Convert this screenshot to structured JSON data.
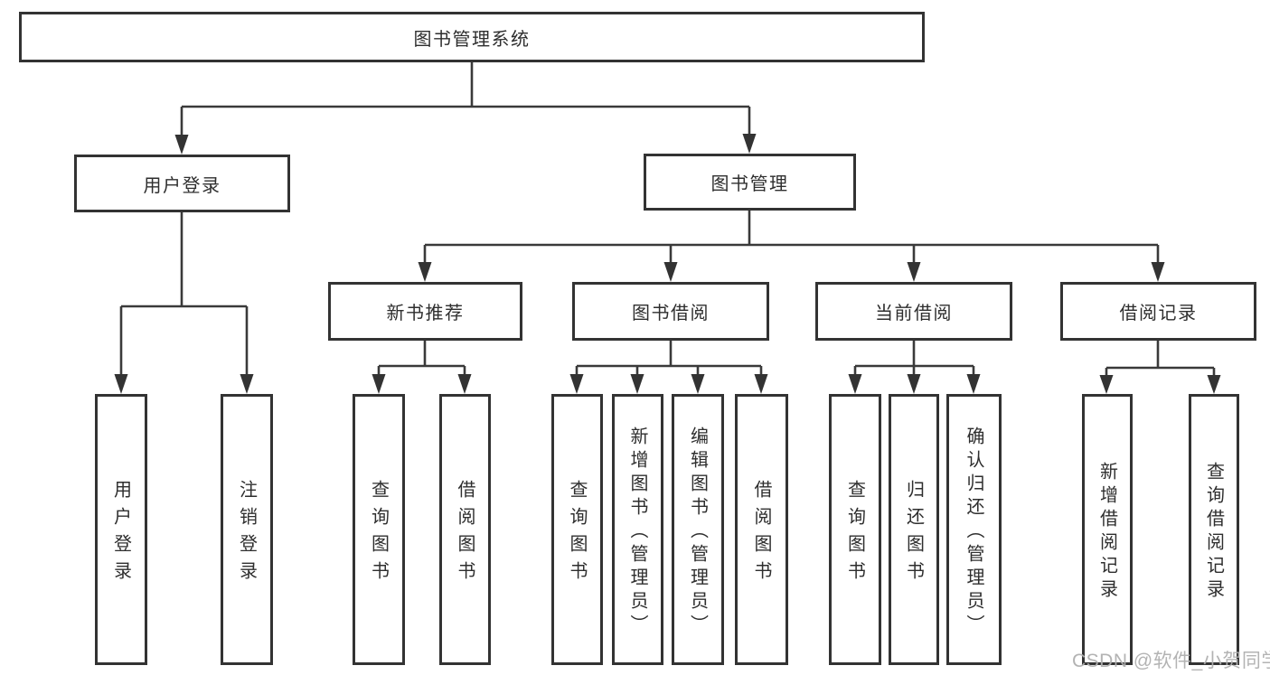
{
  "tree": {
    "label": "图书管理系统",
    "children": [
      {
        "label": "用户登录",
        "children": [
          {
            "label": "用户登录"
          },
          {
            "label": "注销登录"
          }
        ]
      },
      {
        "label": "图书管理",
        "children": [
          {
            "label": "新书推荐",
            "children": [
              {
                "label": "查询图书"
              },
              {
                "label": "借阅图书"
              }
            ]
          },
          {
            "label": "图书借阅",
            "children": [
              {
                "label": "查询图书"
              },
              {
                "label": "新增图书（管理员）"
              },
              {
                "label": "编辑图书（管理员）"
              },
              {
                "label": "借阅图书"
              }
            ]
          },
          {
            "label": "当前借阅",
            "children": [
              {
                "label": "查询图书"
              },
              {
                "label": "归还图书"
              },
              {
                "label": "确认归还（管理员）"
              }
            ]
          },
          {
            "label": "借阅记录",
            "children": [
              {
                "label": "新增借阅记录"
              },
              {
                "label": "查询借阅记录"
              }
            ]
          }
        ]
      }
    ]
  },
  "watermark": "CSDN @软件_小贺同学",
  "colors": {
    "line": "#3a3a3a",
    "box_border": "#333333",
    "text": "#2e2e2e",
    "watermark": "#afafaf",
    "background": "#ffffff"
  }
}
